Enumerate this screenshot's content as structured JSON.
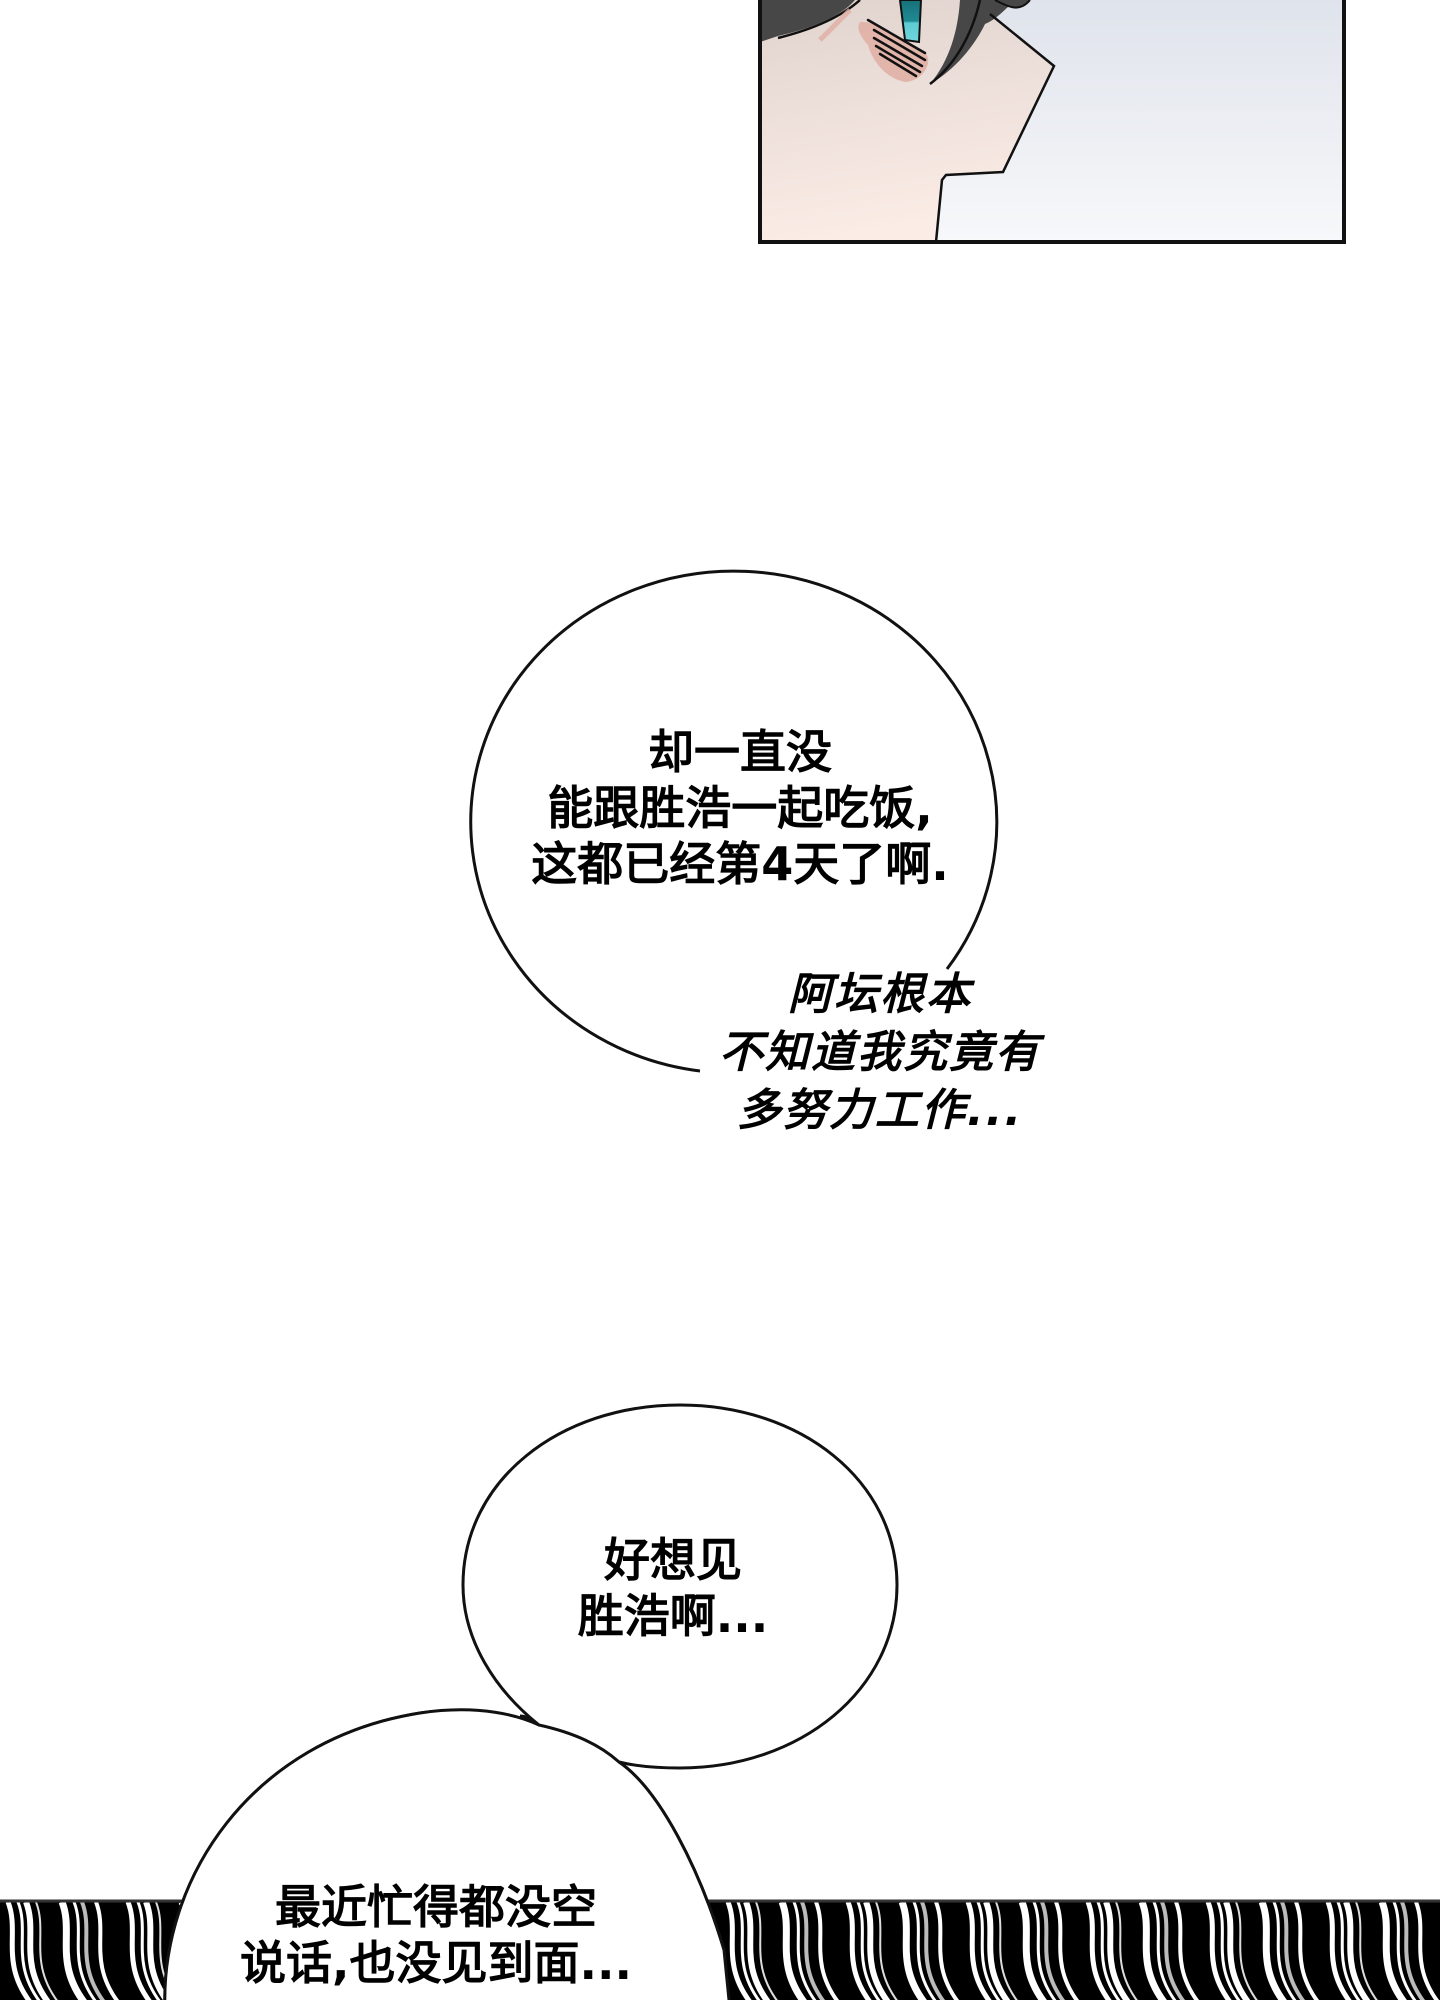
{
  "page": {
    "type": "webcomic-strip",
    "background": "#ffffff"
  },
  "top_panel": {
    "description": "close-up of character face in profile, teal eye, blushing cheek",
    "border_color": "#000000",
    "sky_gradient": [
      "#dfe3eb",
      "#f7f8fa"
    ],
    "skin_gradient": [
      "#e2d5cf",
      "#fbece6"
    ],
    "hair_color": "#474747",
    "eye_colors": [
      "#177079",
      "#5ecbd3"
    ],
    "blush_color": "#e0aea3"
  },
  "bubble_1": {
    "lines": [
      "却一直没",
      "能跟胜浩一起吃饭,",
      "这都已经第4天了啊."
    ]
  },
  "thought_1": {
    "lines": [
      "阿坛根本",
      "不知道我究竟有",
      "多努力工作..."
    ]
  },
  "bubble_2": {
    "lines": [
      "好想见",
      "胜浩啊..."
    ]
  },
  "bubble_3": {
    "lines": [
      "最近忙得都没空",
      "说话,也没见到面..."
    ]
  },
  "bottom_panel": {
    "description": "black and white wavy speed-line stripes",
    "colors": [
      "#000000",
      "#ffffff",
      "#a8a8a8"
    ]
  }
}
